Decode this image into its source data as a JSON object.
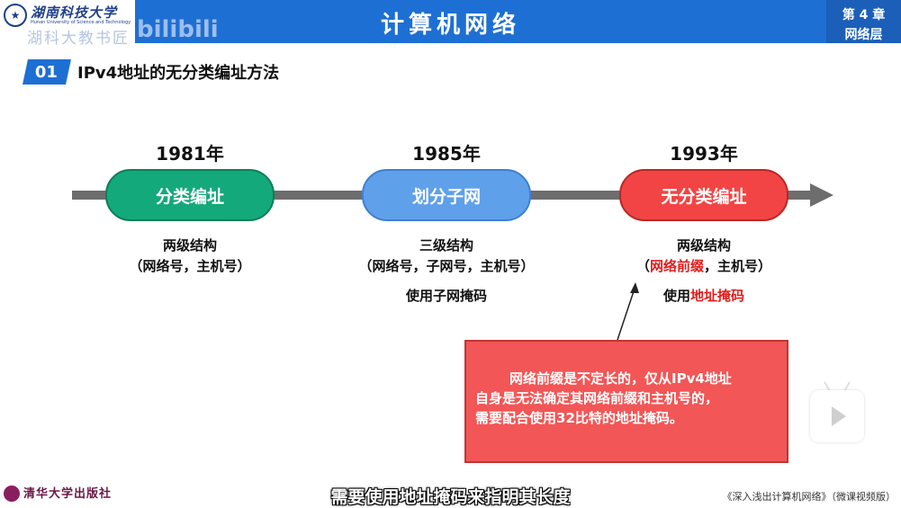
{
  "header": {
    "university_name": "湖南科技大学",
    "university_en": "Hunan University of Science and Technology",
    "watermark_left": "湖科大教书匠",
    "watermark_right": "bilibili",
    "title": "计算机网络",
    "chapter_line1": "第 4 章",
    "chapter_line2": "网络层"
  },
  "section": {
    "number": "01",
    "title": "IPv4地址的无分类编址方法"
  },
  "timeline": [
    {
      "year": "1981年",
      "label": "分类编址",
      "color": "#14a97a",
      "desc_line1": "两级结构",
      "desc_line2": "（网络号，主机号）"
    },
    {
      "year": "1985年",
      "label": "划分子网",
      "color": "#5fa0ea",
      "desc_line1": "三级结构",
      "desc_line2": "（网络号，子网号，主机号）",
      "desc_line3": "使用子网掩码"
    },
    {
      "year": "1993年",
      "label": "无分类编址",
      "color": "#f24444",
      "desc_line1": "两级结构",
      "desc_line2_prefix": "（",
      "desc_line2_highlight": "网络前缀",
      "desc_line2_suffix": "，主机号）",
      "desc_line3_prefix": "使用",
      "desc_line3_highlight": "地址掩码"
    }
  ],
  "note": {
    "line1": "网络前缀是不定长的，仅从IPv4地址",
    "line2": "自身是无法确定其网络前缀和主机号的，",
    "line3": "需要配合使用32比特的地址掩码。"
  },
  "footer": {
    "publisher": "清华大学出版社",
    "subtitle": "需要使用地址掩码来指明其长度",
    "book_title": "《深入浅出计算机网络》（微课视频版）"
  },
  "colors": {
    "header_blue": "#1e6fd3",
    "highlight_red": "#e21b1b",
    "note_bg": "#f25656"
  },
  "icons": {
    "play": "play-icon",
    "emblem": "university-emblem-icon",
    "publisher_logo": "publisher-logo-icon"
  }
}
